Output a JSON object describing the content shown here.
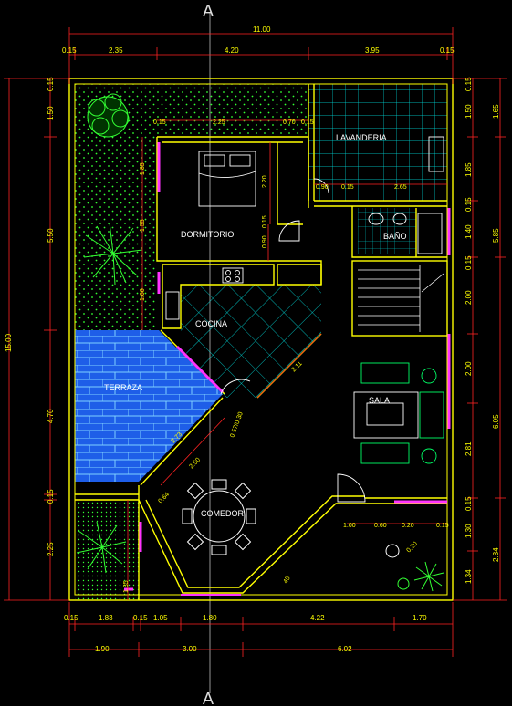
{
  "section_marker": "A",
  "overall": {
    "width": "11.00",
    "height": "15.00"
  },
  "top_dims_row2": [
    "0.15",
    "2.35",
    "4.20",
    "3.95",
    "0.15"
  ],
  "bottom_dims_row1": [
    "0.15",
    "1.83",
    "0.15",
    "1.05",
    "1.80",
    "4.22",
    "1.70"
  ],
  "bottom_dims_row2": [
    "1.90",
    "3.00",
    "6.02"
  ],
  "left_dims": [
    "0.15",
    "1.50",
    "5.50",
    "4.70",
    "0.15",
    "2.25"
  ],
  "right_dims_inner": [
    "0.15",
    "1.50",
    "1.85",
    "0.15",
    "1.40",
    "0.15",
    "2.00",
    "2.00",
    "2.81",
    "0.15",
    "1.30",
    "1.34"
  ],
  "right_dims_outer": [
    "1.65",
    "5.85",
    "6.05",
    "2.84"
  ],
  "rooms": {
    "lavanderia": "LAVANDERIA",
    "dormitorio": "DORMITORIO",
    "bano": "BAÑO",
    "cocina": "COCINA",
    "terraza": "TERRAZA",
    "sala": "SALA",
    "comedor": "COMEDOR"
  },
  "interior_dims": {
    "d_015a": "0.15",
    "d_225": "2.25",
    "d_070": "0.70",
    "d_015b": "0.15",
    "d_220": "2.20",
    "d_090": "0.90",
    "d_015c": "0.15",
    "d_265": "2.65",
    "d_vert_a": "1.85",
    "d_vert_b": "1.55",
    "d_vert_c": "1.66",
    "d_090v": "0.90",
    "d_015v": "0.15",
    "d_211": "2.11",
    "d_273": "2.73",
    "d_257": "0.57/0.30",
    "d_250": "2.50",
    "d_064": "0.64",
    "d_100": "1.00",
    "d_060": "0.60",
    "d_020": "0.20",
    "d_015d": "0.15",
    "d_020b": "0.20",
    "d_135": "1.35",
    "d_050": "0.20",
    "d_angle": "45"
  },
  "colors": {
    "wall": "#ffff00",
    "grid": "#00e5e5",
    "brick": "#2a6fff",
    "green": "#33ff33",
    "dim": "#ff2222",
    "door": "#ff33ff",
    "dimtext": "#ffff00"
  }
}
